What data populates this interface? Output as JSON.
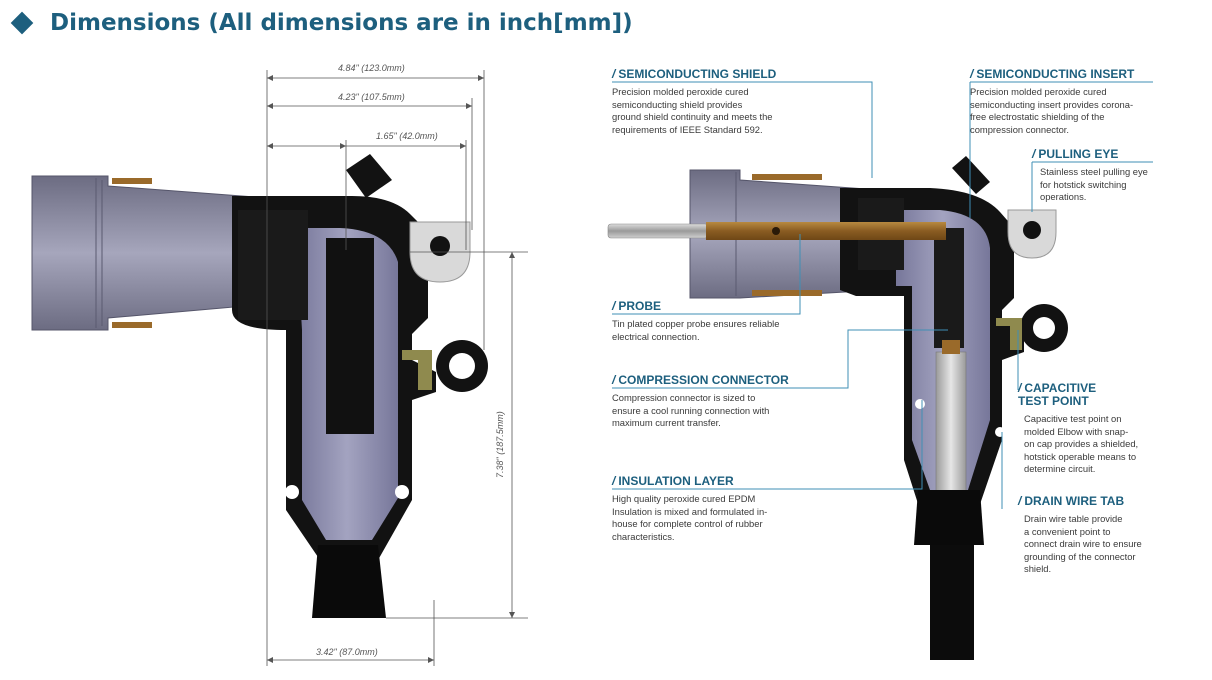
{
  "page": {
    "title": "Dimensions (All dimensions are in inch[mm])"
  },
  "dimensions": {
    "overall_length": "4.84\" (123.0mm)",
    "body_length": "4.23\" (107.5mm)",
    "probe_offset": "1.65\" (42.0mm)",
    "height": "7.38\" (187.5mm)",
    "base_width": "3.42\" (87.0mm)"
  },
  "callouts": [
    {
      "heading": "SEMICONDUCTING SHIELD",
      "lines": [
        "Precision molded peroxide cured",
        "semiconducting shield provides",
        "ground shield continuity and meets the",
        "requirements of IEEE Standard 592."
      ]
    },
    {
      "heading": "SEMICONDUCTING INSERT",
      "lines": [
        "Precision molded peroxide cured",
        "semiconducting insert provides corona-",
        "free electrostatic shielding of the",
        "compression connector."
      ]
    },
    {
      "heading": "PULLING EYE",
      "lines": [
        "Stainless steel pulling eye",
        "for hotstick switching",
        "operations."
      ]
    },
    {
      "heading": "PROBE",
      "lines": [
        "Tin plated copper probe ensures reliable",
        "electrical connection."
      ]
    },
    {
      "heading": "COMPRESSION CONNECTOR",
      "lines": [
        "Compression connector is sized to",
        "ensure a cool running connection with",
        "maximum current transfer."
      ]
    },
    {
      "heading": "CAPACITIVE TEST POINT",
      "lines": [
        "Capacitive test point on",
        "molded Elbow with snap-",
        "on cap provides a shielded,",
        "hotstick operable means to",
        "determine circuit."
      ]
    },
    {
      "heading": "INSULATION LAYER",
      "lines": [
        "High quality peroxide cured EPDM",
        "Insulation is mixed and formulated in-",
        "house for complete control of rubber",
        "characteristics."
      ]
    },
    {
      "heading": "DRAIN WIRE TAB",
      "lines": [
        "Drain wire table provide",
        "a convenient point to",
        "connect drain wire to ensure",
        "grounding of the connector",
        "shield."
      ]
    }
  ],
  "colors": {
    "accent": "#1d5f7e",
    "callout_line": "#3f8fb5",
    "shell": "#111111",
    "insulation": "#8a8aa6",
    "bushing": "#8c8ca0",
    "copper": "#9a6a2a",
    "brass": "#8f8a4e"
  }
}
